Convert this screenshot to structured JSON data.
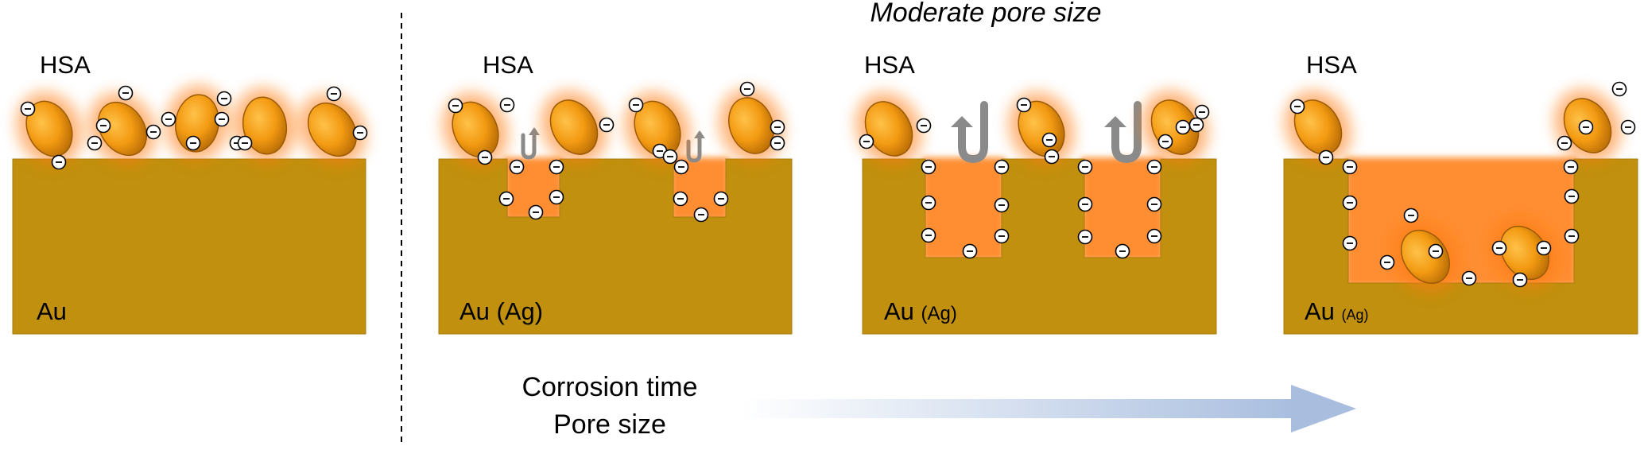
{
  "title": "Moderate pore size",
  "protein_label": "HSA",
  "charge_symbol": "−",
  "panels": [
    {
      "substrate": "Au",
      "substrate_suffix": ""
    },
    {
      "substrate": "Au",
      "substrate_suffix": "(Ag)"
    },
    {
      "substrate": "Au",
      "substrate_suffix": "(Ag)"
    },
    {
      "substrate": "Au",
      "substrate_suffix": "(Ag)"
    }
  ],
  "axis": {
    "line1": "Corrosion time",
    "line2": "Pore size"
  },
  "colors": {
    "substrate": "#c0900e",
    "protein": "#f39a12",
    "glow": "#ff7a10",
    "return_arrow": "#8a8a8a",
    "progress_arrow": "#a9bedf"
  },
  "icons": {
    "return_arrow": "u-turn-arrow-icon",
    "progress_arrow": "right-arrow-icon",
    "charge": "negative-charge-icon"
  }
}
